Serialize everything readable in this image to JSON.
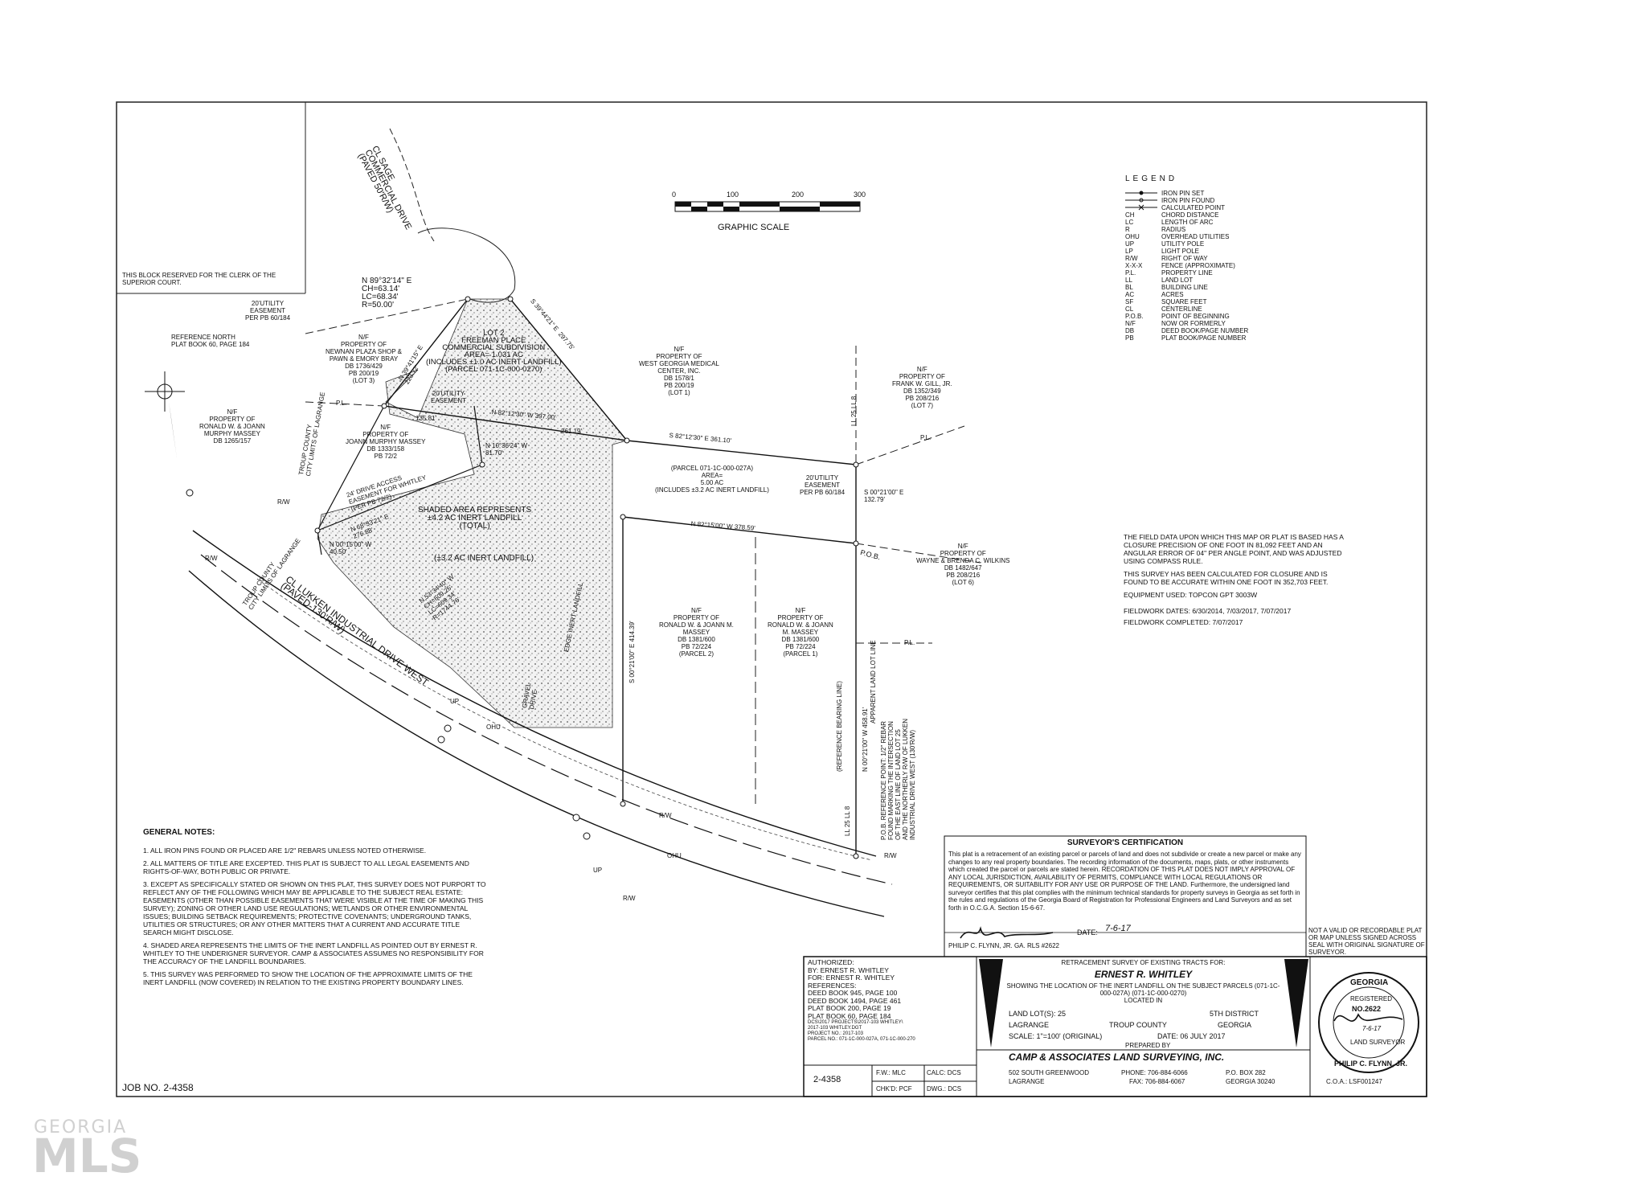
{
  "clerk_block": "THIS BLOCK RESERVED FOR THE CLERK OF THE SUPERIOR COURT.",
  "scale": {
    "ticks": [
      "0",
      "100",
      "200",
      "300"
    ],
    "label": "GRAPHIC SCALE"
  },
  "legend": {
    "title": "LEGEND",
    "items": [
      {
        "sym": "",
        "text": "IRON PIN SET"
      },
      {
        "sym": "",
        "text": "IRON PIN FOUND"
      },
      {
        "sym": "",
        "text": "CALCULATED POINT"
      },
      {
        "sym": "CH",
        "text": "CHORD DISTANCE"
      },
      {
        "sym": "LC",
        "text": "LENGTH OF ARC"
      },
      {
        "sym": "R",
        "text": "RADIUS"
      },
      {
        "sym": "OHU",
        "text": "OVERHEAD UTILITIES"
      },
      {
        "sym": "UP",
        "text": "UTILITY POLE"
      },
      {
        "sym": "LP",
        "text": "LIGHT POLE"
      },
      {
        "sym": "R/W",
        "text": "RIGHT OF WAY"
      },
      {
        "sym": "X-X-X",
        "text": "FENCE (APPROXIMATE)"
      },
      {
        "sym": "P.L.",
        "text": "PROPERTY LINE"
      },
      {
        "sym": "LL",
        "text": "LAND LOT"
      },
      {
        "sym": "BL",
        "text": "BUILDING LINE"
      },
      {
        "sym": "AC",
        "text": "ACRES"
      },
      {
        "sym": "SF",
        "text": "SQUARE FEET"
      },
      {
        "sym": "CL",
        "text": "CENTERLINE"
      },
      {
        "sym": "P.O.B.",
        "text": "POINT OF BEGINNING"
      },
      {
        "sym": "N/F",
        "text": "NOW OR FORMERLY"
      },
      {
        "sym": "DB",
        "text": "DEED BOOK/PAGE NUMBER"
      },
      {
        "sym": "PB",
        "text": "PLAT BOOK/PAGE NUMBER"
      }
    ]
  },
  "plat_labels": {
    "reference_north": "REFERENCE NORTH\nPLAT BOOK 60, PAGE 184",
    "sage_road": "CL SAGE\nCOMMERCIAL DRIVE\n(PAVED 50'R/W)",
    "curve1": "N 89°32'14\" E\nCH=63.14'\nLC=68.34'\nR=50.00'",
    "easement_top": "20'UTILITY\nEASEMENT\nPER PB 60/184",
    "newnan": "N/F\nPROPERTY OF\nNEWNAN PLAZA SHOP &\nPAWN & EMORY BRAY\nDB 1736/429\nPB 200/19\n(LOT 3)",
    "bearing_nw": "N 39°41'15\" E\n223.72'",
    "lot2": "LOT 2\nFREEMAN PLACE\nCOMMERCIAL SUBDIVISION\nAREA= 1.031 AC\n(INCLUDES ±1.0 AC INERT LANDFILL)\n(PARCEL 071-1C-000-0270)",
    "bearing_ne": "S 39°44'21\" E  297.75'",
    "wgmc": "N/F\nPROPERTY OF\nWEST GEORGIA MEDICAL\nCENTER, INC.\nDB 1578/1\nPB 200/19\n(LOT 1)",
    "gill": "N/F\nPROPERTY OF\nFRANK W. GILL, JR.\nDB 1352/349\nPB 208/216\n(LOT 7)",
    "massey_ronald_joann": "N/F\nPROPERTY OF\nRONALD W. & JOANN\nMURPHY MASSEY\nDB 1265/157",
    "massey_joann": "N/F\nPROPERTY OF\nJOANN MURPHY MASSEY\nDB 1333/158\nPB 72/2",
    "bearing_mid1": "135.81'",
    "bearing_mid2": "N 82°12'30\" W  397.00'",
    "bearing_mid3": "261.19'",
    "bearing_mid4": "S 82°12'30\" E  361.10'",
    "easement_mid": "20'UTILITY\nEASEMENT",
    "easement_right": "20'UTILITY\nEASEMENT\nPER PB 60/184",
    "bearing_drive": "N 10°36'24\" W\n81.70'",
    "drive_access": "24' DRIVE ACCESS\nEASEMENT FOR WHITLEY\n(PER PB 72/2)",
    "parcel_027a": "(PARCEL 071-1C-000-027A)\nAREA=\n5.00 AC\n(INCLUDES ±3.2 AC INERT LANDFILL)",
    "bearing_s00": "S 00°21'00\" E\n132.79'",
    "bearing_n68": "N 68°53'21\" E\n276.88'",
    "shaded": "SHADED AREA REPRESENTS\n±4.2 AC INERT LANDFILL\n(TOTAL)",
    "shaded2": "(±3.2 AC INERT LANDFILL)",
    "bearing_n82": "N 82°15'00\" W    378.59'",
    "bearing_n00": "N 00°15'00\" W\n40.50'",
    "pob": "P.O.B.",
    "wilkins": "N/F\nPROPERTY OF\nWAYNE & BRENDA C. WILKINS\nDB 1482/647\nPB 208/216\n(LOT 6)",
    "massey_p2": "N/F\nPROPERTY OF\nRONALD W. & JOANN M.\nMASSEY\nDB 1381/600\nPB 72/224\n(PARCEL 2)",
    "massey_p1": "N/F\nPROPERTY OF\nRONALD W. & JOANN\nM. MASSEY\nDB 1381/600\nPB 72/224\n(PARCEL 1)",
    "curve2": "N 53°34'40\" W\nCH=609.25'\nLC=609.34'\nR=1744.76'",
    "bearing_s0021": "S 00°21'00\" E  414.39'",
    "bearing_n0021": "N 00°21'00\" W  458.91'",
    "ref_bearing": "(REFERENCE BEARING LINE)",
    "apparent_ll": "APPARENT LAND LOT LINE",
    "lukken": "CL LUKKEN INDUSTRIAL DRIVE WEST\n(PAVED-130'R/W)",
    "troup_city1": "TROUP COUNTY\nCITY LIMITS OF LAGRANGE",
    "troup_city2": "TROUP COUNTY\nCITY LIMITS OF LAGRANGE",
    "gravel": "GRAVEL\nDRIVE",
    "edge_landfill": "EDGE INERT LANDFILL",
    "ll_top": "LL 25  LL 8",
    "ll_bottom": "LL 25  LL 8",
    "pob_reference": "P.O.B. REFERENCE POINT: 1/2\" REBAR\nFOUND MARKING THE INTERSECTION\nOF THE EAST LINE OF LAND LOT 25\nAND THE NORTHERLY R/W OF LUKKEN\nINDUSTRIAL DRIVE WEST (130'R/W)",
    "rw": "R/W",
    "pl": "P.L.",
    "up": "UP",
    "ohu": "OHU"
  },
  "closure": {
    "p1": "THE FIELD DATA UPON WHICH THIS MAP OR PLAT IS BASED HAS A CLOSURE PRECISION OF ONE FOOT IN 81,092 FEET AND AN ANGULAR ERROR OF 04\" PER ANGLE POINT, AND WAS ADJUSTED USING COMPASS RULE.",
    "p2": "THIS SURVEY HAS BEEN CALCULATED FOR CLOSURE AND IS FOUND TO BE ACCURATE WITHIN ONE FOOT IN 352,703 FEET.",
    "equipment": "EQUIPMENT USED: TOPCON GPT 3003W",
    "fieldwork_dates": "FIELDWORK DATES: 6/30/2014, 7/03/2017, 7/07/2017",
    "fieldwork_completed": "FIELDWORK COMPLETED: 7/07/2017"
  },
  "general_notes": {
    "title": "GENERAL NOTES:",
    "items": [
      "1. ALL IRON PINS FOUND OR PLACED ARE 1/2\" REBARS UNLESS NOTED OTHERWISE.",
      "2. ALL MATTERS OF TITLE ARE EXCEPTED. THIS PLAT IS SUBJECT TO ALL LEGAL EASEMENTS AND RIGHTS-OF-WAY, BOTH PUBLIC OR PRIVATE.",
      "3. EXCEPT AS SPECIFICALLY STATED OR SHOWN ON THIS PLAT, THIS SURVEY DOES NOT PURPORT TO REFLECT ANY OF THE FOLLOWING WHICH MAY BE APPLICABLE TO THE SUBJECT REAL ESTATE: EASEMENTS (OTHER THAN POSSIBLE EASEMENTS THAT WERE VISIBLE AT THE TIME OF MAKING THIS SURVEY); ZONING OR OTHER LAND USE REGULATIONS; WETLANDS OR OTHER ENVIRONMENTAL ISSUES; BUILDING SETBACK REQUIREMENTS; PROTECTIVE COVENANTS; UNDERGROUND TANKS, UTILITIES OR STRUCTURES; OR ANY OTHER MATTERS THAT A CURRENT AND ACCURATE TITLE SEARCH MIGHT DISCLOSE.",
      "4. SHADED AREA REPRESENTS THE LIMITS OF THE INERT LANDFILL AS POINTED OUT BY ERNEST R. WHITLEY TO THE UNDERIGNER SURVEYOR. CAMP & ASSOCIATES ASSUMES NO RESPONSIBILITY FOR THE ACCURACY OF THE LANDFILL BOUNDARIES.",
      "5. THIS SURVEY WAS PERFORMED TO SHOW THE LOCATION OF THE APPROXIMATE LIMITS OF THE INERT LANDFILL (NOW COVERED) IN RELATION TO THE EXISTING PROPERTY BOUNDARY LINES."
    ]
  },
  "surveyor_cert": {
    "title": "SURVEYOR'S CERTIFICATION",
    "body": "This plat is a retracement of an existing parcel or parcels of land and does not subdivide or create a new parcel or make any changes to any real property boundaries. The recording information of the documents, maps, plats, or other instruments which created the parcel or parcels are stated herein. RECORDATION OF THIS PLAT DOES NOT IMPLY APPROVAL OF ANY LOCAL JURISDICTION, AVAILABILITY OF PERMITS, COMPLIANCE WITH LOCAL REGULATIONS OR REQUIREMENTS, OR SUITABILITY FOR ANY USE OR PURPOSE OF THE LAND. Furthermore, the undersigned land surveyor certifies that this plat complies with the minimum technical standards for property surveys in Georgia as set forth in the rules and regulations of the Georgia Board of Registration for Professional Engineers and Land Surveyors and as set forth in O.C.G.A. Section 15-6-67.",
    "date_label": "DATE:",
    "date_value": "7-6-17",
    "signer": "PHILIP C. FLYNN, JR. GA. RLS #2622"
  },
  "not_valid": "NOT A VALID OR RECORDABLE PLAT OR MAP UNLESS SIGNED ACROSS SEAL WITH ORIGINAL SIGNATURE OF SURVEYOR.",
  "title_block": {
    "authorized_lines": [
      "AUTHORIZED:",
      "BY: ERNEST R. WHITLEY",
      "FOR: ERNEST R. WHITLEY",
      "REFERENCES:",
      "DEED BOOK 945, PAGE 100",
      "DEED BOOK 1494, PAGE 461",
      "PLAT BOOK 200, PAGE 19",
      "PLAT BOOK 60, PAGE 184",
      "DCS\\2017 PROJECTS\\2017-103 WHITLEY\\",
      "2017-103 WHITLEY.DGT",
      "PROJECT NO.: 2017-103",
      "PARCEL NO.: 071-1C-000-027A, 071-1C-000-270"
    ],
    "job_box": "2-4358",
    "fw": "F.W.: MLC",
    "calc": "CALC: DCS",
    "chkd": "CHK'D: PCF",
    "dwg": "DWG.: DCS",
    "retracement": "RETRACEMENT SURVEY OF EXISTING TRACTS FOR:",
    "client": "ERNEST R. WHITLEY",
    "showing": "SHOWING THE LOCATION OF THE INERT LANDFILL ON THE SUBJECT PARCELS (071-1C-000-027A) (071-1C-000-0270)",
    "located_in": "LOCATED IN",
    "land_lot": "LAND LOT(S): 25",
    "district": "5TH DISTRICT",
    "city": "LAGRANGE",
    "county": "TROUP COUNTY",
    "state": "GEORGIA",
    "scale": "SCALE: 1\"=100' (ORIGINAL)",
    "date": "DATE: 06 JULY 2017",
    "prepared_by": "PREPARED BY",
    "company": "CAMP & ASSOCIATES LAND SURVEYING, INC.",
    "address": "502 SOUTH GREENWOOD",
    "city2": "LAGRANGE",
    "phone": "PHONE: 706-884-6066",
    "fax": "FAX: 706-884-6067",
    "po": "P.O. BOX 282",
    "zip": "GEORGIA 30240",
    "coa": "C.O.A.: LSF001247"
  },
  "seal": {
    "top": "GEORGIA",
    "reg": "REGISTERED",
    "no": "NO.2622",
    "name": "PHILIP C. FLYNN, JR.",
    "sub": "LAND SURVEYOR",
    "date": "7-6-17"
  },
  "job_no": "JOB NO.  2-4358",
  "watermark": {
    "top": "GEORGIA",
    "main": "MLS"
  }
}
